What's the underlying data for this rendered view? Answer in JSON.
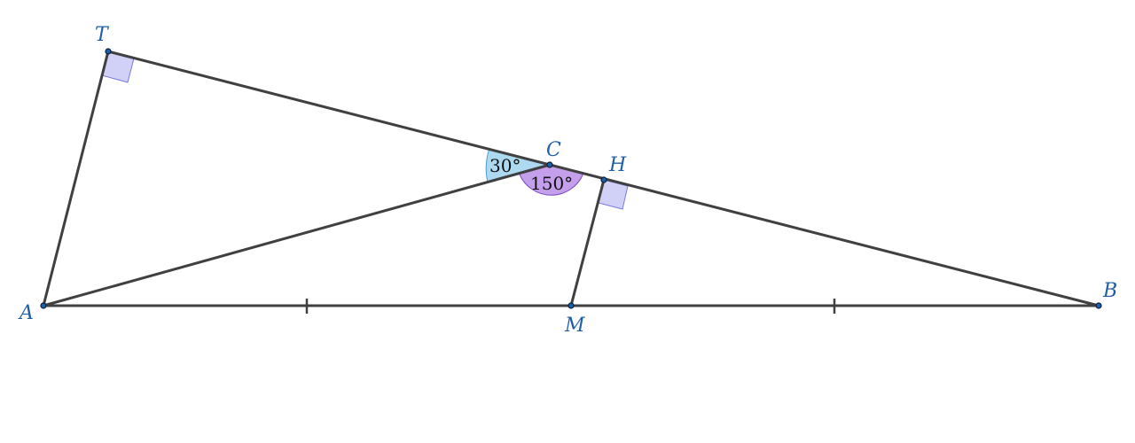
{
  "points": [
    {
      "id": "A",
      "label": "A"
    },
    {
      "id": "B",
      "label": "B"
    },
    {
      "id": "C",
      "label": "C"
    },
    {
      "id": "H",
      "label": "H"
    },
    {
      "id": "M",
      "label": "M"
    },
    {
      "id": "T",
      "label": "T"
    }
  ],
  "angles": {
    "angle_30": {
      "label": "30°",
      "color": "#9fd3ee"
    },
    "angle_150": {
      "label": "150°",
      "color": "#b07fe6"
    }
  },
  "right_angle_color": "#c9c9f7",
  "label_color": "#1f5fa8",
  "line_color": "#404040"
}
